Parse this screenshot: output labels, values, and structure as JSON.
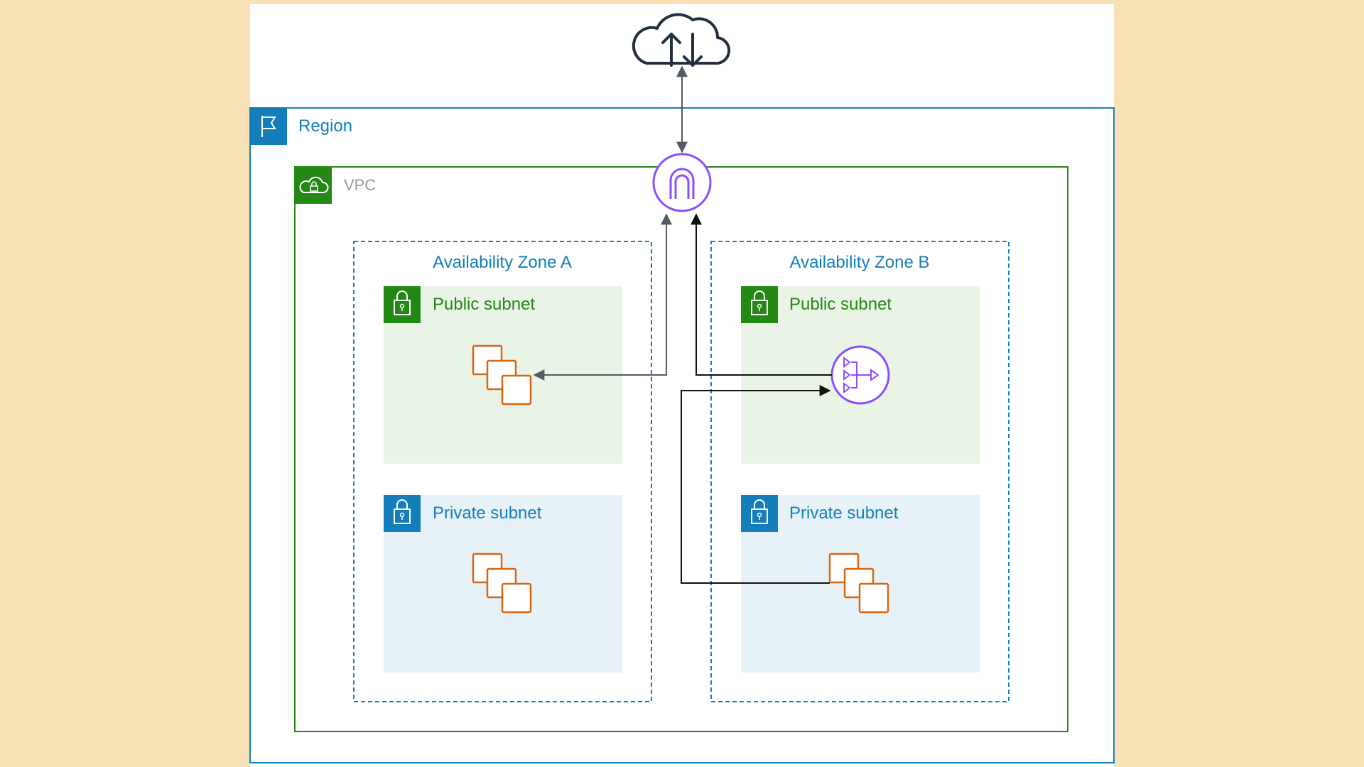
{
  "region": {
    "label": "Region"
  },
  "vpc": {
    "label": "VPC"
  },
  "zones": [
    {
      "label": "Availability Zone A",
      "public_subnet": {
        "label": "Public subnet"
      },
      "private_subnet": {
        "label": "Private subnet"
      }
    },
    {
      "label": "Availability Zone B",
      "public_subnet": {
        "label": "Public subnet"
      },
      "private_subnet": {
        "label": "Private subnet"
      }
    }
  ],
  "icons": {
    "internet": "cloud-upload-download-icon",
    "internet_gateway": "internet-gateway-icon",
    "nat_gateway": "nat-gateway-icon",
    "instances": "ec2-instances-icon",
    "region": "flag-icon",
    "vpc": "cloud-lock-icon",
    "subnet": "padlock-icon"
  },
  "colors": {
    "page_background": "#F7E1B5",
    "region": "#147EBA",
    "vpc": "#248814",
    "zone_border": "#147EBA",
    "public_subnet_fill": "#E9F3E6",
    "private_subnet_fill": "#E6F2F8",
    "instance": "#D86613",
    "gateway": "#8C4FFF",
    "arrow": "#545B64"
  }
}
